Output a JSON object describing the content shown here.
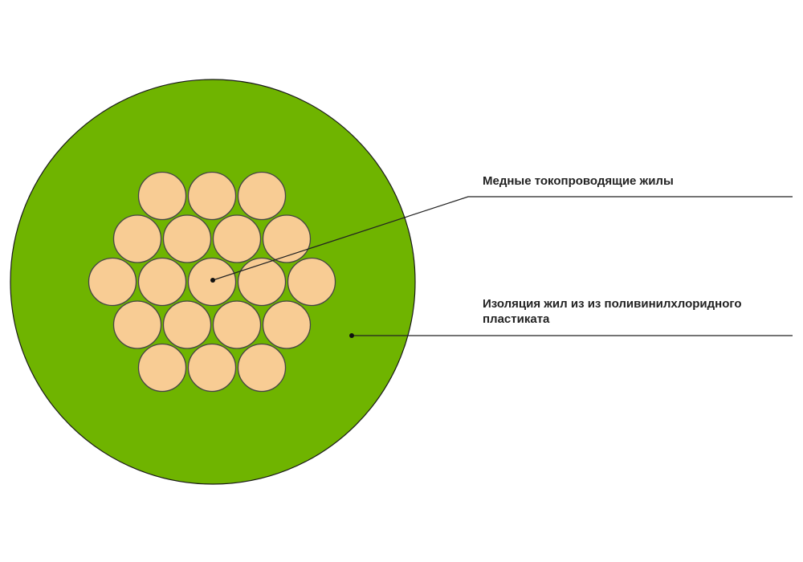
{
  "labels": {
    "conductors": "Медные токопроводящие жилы",
    "insulation_line1": "Изоляция жил из из поливинилхлоридного",
    "insulation_line2": "пластиката"
  },
  "colors": {
    "insulation_fill": "#6fb400",
    "conductor_fill": "#f8cc94",
    "outline": "#444444",
    "leader_line": "#222222"
  },
  "conductor_rows": [
    3,
    4,
    5,
    4,
    3
  ]
}
